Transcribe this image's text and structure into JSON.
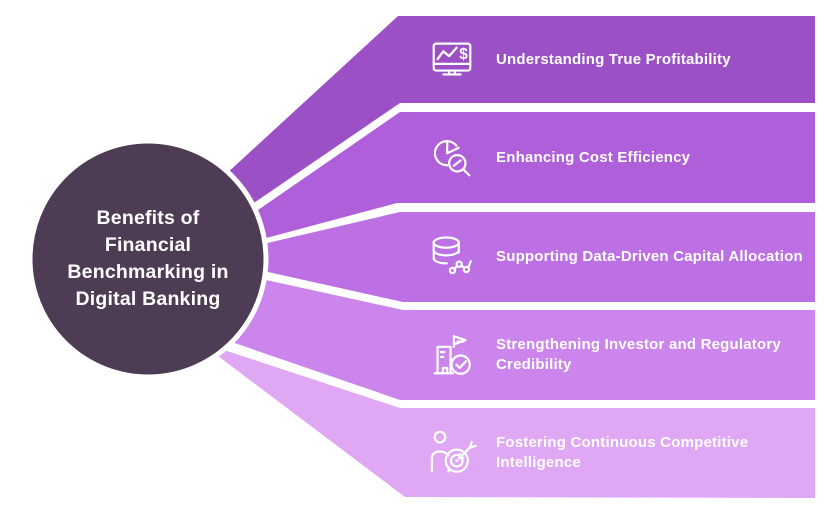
{
  "hub": {
    "title": "Benefits of\nFinancial\nBenchmarking in\nDigital Banking",
    "color": "#4E3C55",
    "text_color": "#FFFFFF"
  },
  "items": [
    {
      "label": "Understanding True Profitability",
      "icon": "monitor-chart-dollar-icon",
      "color": "#9B50C6"
    },
    {
      "label": "Enhancing Cost Efficiency",
      "icon": "pie-chart-magnifier-icon",
      "color": "#AE5FD9"
    },
    {
      "label": "Supporting Data-Driven Capital Allocation",
      "icon": "database-network-icon",
      "color": "#BC70E3"
    },
    {
      "label": "Strengthening Investor and Regulatory Credibility",
      "icon": "building-check-icon",
      "color": "#CB85ED"
    },
    {
      "label": "Fostering Continuous Competitive Intelligence",
      "icon": "person-target-icon",
      "color": "#E0A7F5"
    }
  ],
  "icon_dollar_glyph": "$",
  "text_color": "#FFFFFF"
}
